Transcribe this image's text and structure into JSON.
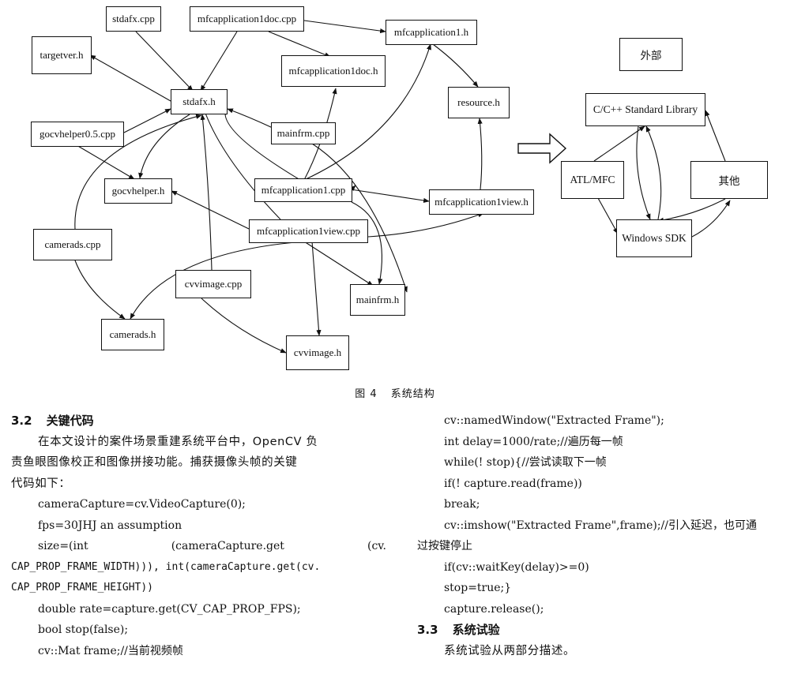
{
  "diagram": {
    "nodes": {
      "stdafx_cpp": "stdafx.cpp",
      "mfcapplication1doc_cpp": "mfcapplication1doc.cpp",
      "mfcapplication1_h": "mfcapplication1.h",
      "targetver_h": "targetver.h",
      "mfcapplication1doc_h": "mfcapplication1doc.h",
      "stdafx_h": "stdafx.h",
      "resource_h": "resource.h",
      "gocvhelper_cpp": "gocvhelper0.5.cpp",
      "mainfrm_cpp": "mainfrm.cpp",
      "gocvhelper_h": "gocvhelper.h",
      "mfcapplication1_cpp": "mfcapplication1.cpp",
      "mfcapplication1view_h": "mfcapplication1view.h",
      "mfcapplication1view_cpp": "mfcapplication1view.cpp",
      "camerads_cpp": "camerads.cpp",
      "cvvimage_cpp": "cvvimage.cpp",
      "mainfrm_h": "mainfrm.h",
      "camerads_h": "camerads.h",
      "cvvimage_h": "cvvimage.h",
      "external": "外部",
      "stdlib": "C/C++ Standard Library",
      "atlmfc": "ATL/MFC",
      "other": "其他",
      "winsdk": "Windows SDK"
    },
    "caption_label": "图 4",
    "caption_text": "系统结构"
  },
  "section_32": {
    "number": "3.2",
    "title": "关键代码",
    "para1": "在本文设计的案件场景重建系统平台中，OpenCV 负",
    "para2": "责鱼眼图像校正和图像拼接功能。捕获摄像头帧的关键",
    "para3": "代码如下："
  },
  "code_left": {
    "l1": "cameraCapture=cv.VideoCapture(0);",
    "l2": "fps=30JHJ an assumption",
    "l3a": "size=(int",
    "l3b": "(cameraCapture.get",
    "l3c": "(cv.",
    "l4": "CAP_PROP_FRAME_WIDTH))), int(cameraCapture.get(cv.",
    "l5": "CAP_PROP_FRAME_HEIGHT))",
    "l6": "double rate=capture.get(CV_CAP_PROP_FPS);",
    "l7": "bool stop(false);",
    "l8": "cv::Mat frame;//当前视频帧"
  },
  "code_right": {
    "r1": "cv::namedWindow(\"Extracted Frame\");",
    "r2": "int delay=1000/rate;//遍历每一帧",
    "r3": "while(! stop){//尝试读取下一帧",
    "r4": "if(! capture.read(frame))",
    "r5": "break;",
    "r6": "cv::imshow(\"Extracted Frame\",frame);//引入延迟，也可通",
    "r7": "过按键停止",
    "r8": "if(cv::waitKey(delay)>=0)",
    "r9": "stop=true;}",
    "r10": "capture.release();"
  },
  "section_33": {
    "number": "3.3",
    "title": "系统试验",
    "para1": "系统试验从两部分描述。"
  }
}
